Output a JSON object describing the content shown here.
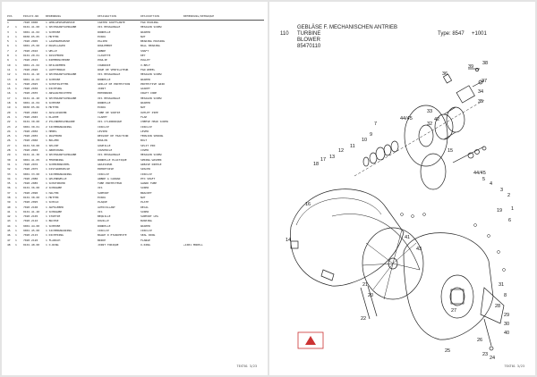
{
  "left_page": {
    "columns": [
      "POS",
      "",
      "ERSATZ-NR",
      "BENENNUNG",
      "DESIGNATION",
      "DESCRIPTION",
      "BEMERKUNG/REMARQUE"
    ],
    "rows": [
      [
        "1",
        "",
        "7020.0000",
        "1 GEBLAESEGEHAEUSE",
        "CARTER SOUFFLANTE",
        "FAN HOUSING",
        ""
      ],
      [
        "2",
        "1",
        "0101.41.00",
        "1 SECHSKANTSCHRAUBE",
        "VIS HEXAGONALE",
        "HEXAGON SCREW",
        ""
      ],
      [
        "3",
        "1",
        "9001.41.02",
        "1 SCHEIBE",
        "RONDELLE",
        "WASHER",
        ""
      ],
      [
        "4",
        "1",
        "8030.05.05",
        "1 MUTTER",
        "ECROU",
        "NUT",
        ""
      ],
      [
        "5",
        "1",
        "7020.2005",
        "1 LAGERGEHAEUSE",
        "PALIER",
        "BEARING HOUSING",
        ""
      ],
      [
        "6",
        "1",
        "9001.25.60",
        "2 KUGELLAGER",
        "ROULEMENT",
        "BALL BEARING",
        ""
      ],
      [
        "7",
        "2",
        "7020.2010",
        "1 WELLE",
        "ARBRE",
        "SHAFT",
        ""
      ],
      [
        "8",
        "1",
        "0101.20.01",
        "1 PASSFEDER",
        "CLAVETTE",
        "KEY",
        ""
      ],
      [
        "9",
        "1",
        "7020.2015",
        "1 RIEMENSCHEIBE",
        "POULIE",
        "PULLEY",
        ""
      ],
      [
        "10",
        "1",
        "9001.21.02",
        "1 KEILRIEMEN",
        "COURROIE",
        "V-BELT",
        ""
      ],
      [
        "11",
        "1",
        "7020.2020",
        "1 LUEFTERRAD",
        "ROUE DE VENTILATEUR",
        "FAN WHEEL",
        ""
      ],
      [
        "12",
        "1",
        "0101.41.10",
        "4 SECHSKANTSCHRAUBE",
        "VIS HEXAGONALE",
        "HEXAGON SCREW",
        ""
      ],
      [
        "13",
        "4",
        "9001.41.03",
        "4 SCHEIBE",
        "RONDELLE",
        "WASHER",
        ""
      ],
      [
        "14",
        "1",
        "7020.2025",
        "1 SCHUTZGITTER",
        "GRILLE DE PROTECTION",
        "PROTECTIVE GRID",
        ""
      ],
      [
        "15",
        "1",
        "7020.2030",
        "1 DICHTUNG",
        "JOINT",
        "GASKET",
        ""
      ],
      [
        "16",
        "1",
        "7020.2035",
        "1 ANSAUGTRICHTER",
        "ENTONNOIR",
        "INLET CONE",
        ""
      ],
      [
        "17",
        "1",
        "0101.41.20",
        "6 SECHSKANTSCHRAUBE",
        "VIS HEXAGONALE",
        "HEXAGON SCREW",
        ""
      ],
      [
        "18",
        "6",
        "9001.41.04",
        "6 SCHEIBE",
        "RONDELLE",
        "WASHER",
        ""
      ],
      [
        "19",
        "1",
        "8030.05.06",
        "6 MUTTER",
        "ECROU",
        "NUT",
        ""
      ],
      [
        "20",
        "1",
        "7020.2040",
        "1 AUSLASSROHR",
        "TUBE DE SORTIE",
        "OUTLET PIPE",
        ""
      ],
      [
        "21",
        "1",
        "7020.2045",
        "1 KLAPPE",
        "CLAPET",
        "FLAP",
        ""
      ],
      [
        "22",
        "1",
        "0101.30.00",
        "2 ZYLINDERSCHRAUBE",
        "VIS CYLINDRIQUE",
        "CHEESE HEAD SCREW",
        ""
      ],
      [
        "23",
        "2",
        "9001.30.01",
        "2 SICHERUNGSRING",
        "CIRCLIP",
        "CIRCLIP",
        ""
      ],
      [
        "24",
        "1",
        "7020.2050",
        "1 HEBEL",
        "LEVIER",
        "LEVER",
        ""
      ],
      [
        "25",
        "1",
        "7020.2055",
        "1 ZUGFEDER",
        "RESSORT DE TRACTION",
        "TENSION SPRING",
        ""
      ],
      [
        "26",
        "1",
        "7020.2060",
        "1 BOLZEN",
        "BOULON",
        "BOLT",
        ""
      ],
      [
        "27",
        "1",
        "0101.50.00",
        "1 SPLINT",
        "GOUPILLE",
        "SPLIT PIN",
        ""
      ],
      [
        "28",
        "1",
        "7020.2065",
        "1 ABDECKUNG",
        "COUVERCLE",
        "COVER",
        ""
      ],
      [
        "29",
        "1",
        "0101.41.30",
        "4 SECHSKANTSCHRAUBE",
        "VIS HEXAGONALE",
        "HEXAGON SCREW",
        ""
      ],
      [
        "30",
        "4",
        "9001.41.05",
        "4 FEDERRING",
        "RONDELLE ELASTIQUE",
        "SPRING WASHER",
        ""
      ],
      [
        "31",
        "1",
        "7020.2070",
        "1 SCHMIERNIPPEL",
        "GRAISSEUR",
        "GREASE NIPPLE",
        ""
      ],
      [
        "32",
        "1",
        "7020.2075",
        "1 DISTANZHUELSE",
        "ENTRETOISE",
        "SPACER",
        ""
      ],
      [
        "33",
        "1",
        "9001.33.00",
        "1 SICHERUNGSRING",
        "CIRCLIP",
        "CIRCLIP",
        ""
      ],
      [
        "34",
        "1",
        "7020.2080",
        "1 GELENKWELLE",
        "ARBRE A CARDAN",
        "PTO SHAFT",
        ""
      ],
      [
        "35",
        "1",
        "7020.2085",
        "1 SCHUTZROHR",
        "TUBE PROTECTEUR",
        "GUARD TUBE",
        ""
      ],
      [
        "36",
        "1",
        "0101.36.00",
        "2 SCHRAUBE",
        "VIS",
        "SCREW",
        ""
      ],
      [
        "37",
        "1",
        "7020.2090",
        "1 HALTER",
        "SUPPORT",
        "BRACKET",
        ""
      ],
      [
        "38",
        "1",
        "0101.38.00",
        "1 MUTTER",
        "ECROU",
        "NUT",
        ""
      ],
      [
        "39",
        "1",
        "7020.2095",
        "1 SCHILD",
        "PLAQUE",
        "PLATE",
        ""
      ],
      [
        "40",
        "1",
        "7020.2100",
        "1 AUFKLEBER",
        "AUTOCOLLANT",
        "DECAL",
        ""
      ],
      [
        "41",
        "1",
        "0101.41.40",
        "2 SCHRAUBE",
        "VIS",
        "SCREW",
        ""
      ],
      [
        "42",
        "1",
        "7020.2105",
        "1 STUETZE",
        "BEQUILLE",
        "SUPPORT LEG",
        ""
      ],
      [
        "43",
        "1",
        "7020.2110",
        "1 BUCHSE",
        "DOUILLE",
        "BUSHING",
        ""
      ],
      [
        "44",
        "1",
        "9001.44.00",
        "1 SCHEIBE",
        "RONDELLE",
        "WASHER",
        ""
      ],
      [
        "45",
        "1",
        "9001.45.00",
        "1 SICHERUNGSRING",
        "CIRCLIP",
        "CIRCLIP",
        ""
      ],
      [
        "46",
        "1",
        "7020.2115",
        "1 DICHTRING",
        "BAGUE D ETANCHEITE",
        "SEAL RING",
        ""
      ],
      [
        "47",
        "1",
        "7020.2120",
        "1 FLANSCH",
        "BRIDE",
        "FLANGE",
        ""
      ],
      [
        "48",
        "1",
        "0101.48.00",
        "1 O-RING",
        "JOINT TORIQUE",
        "O-RING",
        "+1001 MODELL"
      ]
    ],
    "footer": "TEXT01 3/23"
  },
  "right_page": {
    "page_code": "110",
    "title_de": "GEBLÄSE F. MECHANISCHEN ANTRIEB",
    "title_fr": "TURBINE",
    "title_en": "BLOWER",
    "part_number": "85470110",
    "type_label": "Type: 8547",
    "revision": "+1001",
    "footer": "TEXT01 3/23",
    "callouts": [
      "39",
      "36",
      "38",
      "37",
      "34",
      "35",
      "33",
      "44/45",
      "32",
      "42",
      "7",
      "9",
      "10",
      "11",
      "12",
      "13",
      "17",
      "18",
      "15",
      "44/45",
      "16",
      "19",
      "1",
      "2",
      "3",
      "4",
      "5",
      "6",
      "14",
      "21",
      "20",
      "22",
      "41",
      "43",
      "31",
      "8",
      "28",
      "29",
      "30",
      "40",
      "27",
      "26",
      "25",
      "24",
      "23"
    ]
  },
  "colors": {
    "background": "#e4e4e4",
    "page": "#ffffff",
    "ink": "#222222"
  }
}
